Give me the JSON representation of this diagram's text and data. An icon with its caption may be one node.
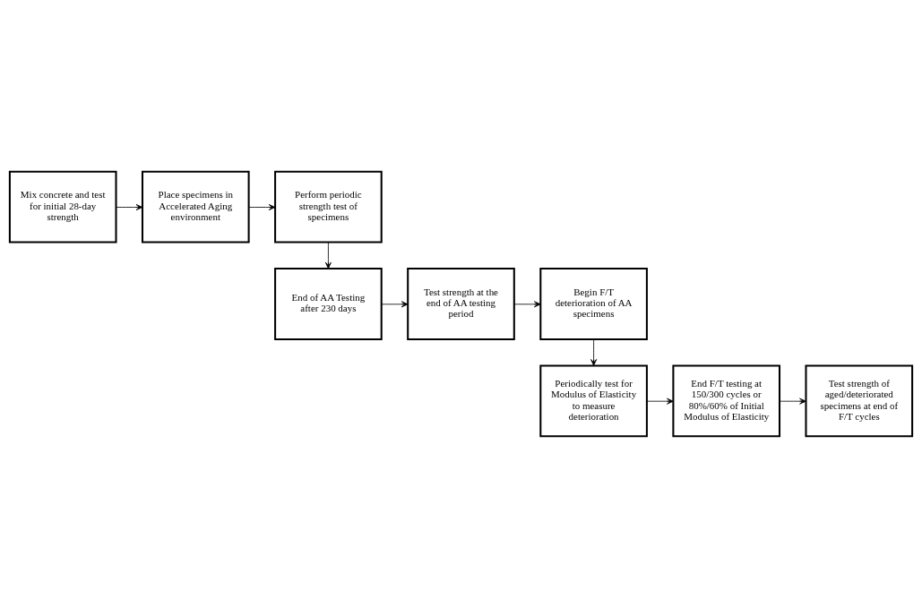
{
  "diagram": {
    "nodes": [
      {
        "text": [
          "Mix concrete and test for initial 28-day strength"
        ]
      },
      {
        "text": [
          "Place specimens in Accelerated Aging environment"
        ]
      },
      {
        "text": [
          "Perform periodic strength test of specimens"
        ]
      },
      {
        "text": [
          "End of AA Testing after 230 days"
        ]
      },
      {
        "text": [
          "Test strength at the end of AA testing period"
        ]
      },
      {
        "text": [
          "Begin F/T deterioration of AA specimens"
        ]
      },
      {
        "text": [
          "Periodically test for Modulus of Elasticity to measure deterioration"
        ]
      },
      {
        "text": [
          "End F/T testing at 150/300 cycles or 80%/60% of Initial Modulus of Elasticity"
        ]
      },
      {
        "text": [
          "Test strength of aged/deteriorated specimens at end of F/T cycles"
        ]
      }
    ],
    "edges": [
      {
        "from": 0,
        "to": 1,
        "arrow": "to"
      },
      {
        "from": 1,
        "to": 2,
        "arrow": "to"
      },
      {
        "from": 2,
        "to": 3,
        "arrow": "to"
      },
      {
        "from": 3,
        "to": 4,
        "arrow": "to"
      },
      {
        "from": 4,
        "to": 5,
        "arrow": "to"
      },
      {
        "from": 5,
        "to": 6,
        "arrow": "to"
      },
      {
        "from": 6,
        "to": 7,
        "arrow": "to"
      },
      {
        "from": 7,
        "to": 8,
        "arrow": "to"
      }
    ]
  }
}
